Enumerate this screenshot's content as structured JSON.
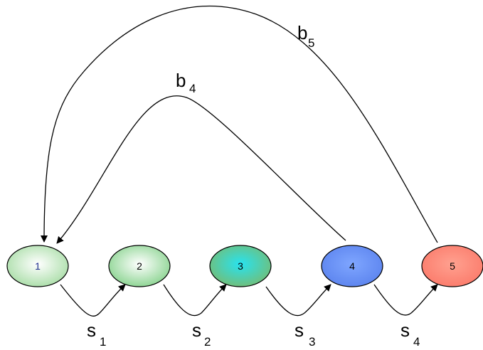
{
  "nodes": [
    {
      "id": "1",
      "label": "1",
      "fill_center": "#ffffff",
      "fill_edge": "#a6dca4",
      "label_color": "#1a2a8a"
    },
    {
      "id": "2",
      "label": "2",
      "fill_center": "#ffffff",
      "fill_edge": "#86d28c",
      "label_color": "#000000"
    },
    {
      "id": "3",
      "label": "3",
      "fill_center": "#27e3f0",
      "fill_edge": "#6fbf7d",
      "label_color": "#000000"
    },
    {
      "id": "4",
      "label": "4",
      "fill_center": "#7fa6ff",
      "fill_edge": "#5b83ee",
      "label_color": "#000000"
    },
    {
      "id": "5",
      "label": "5",
      "fill_center": "#ffa190",
      "fill_edge": "#fb7a6a",
      "label_color": "#000000"
    }
  ],
  "edges": {
    "s1": {
      "main": "s",
      "sub": "1"
    },
    "s2": {
      "main": "s",
      "sub": "2"
    },
    "s3": {
      "main": "s",
      "sub": "3"
    },
    "s4": {
      "main": "s",
      "sub": "4"
    },
    "b4": {
      "main": "b",
      "sub": "4"
    },
    "b5": {
      "main": "b",
      "sub": "5"
    }
  }
}
